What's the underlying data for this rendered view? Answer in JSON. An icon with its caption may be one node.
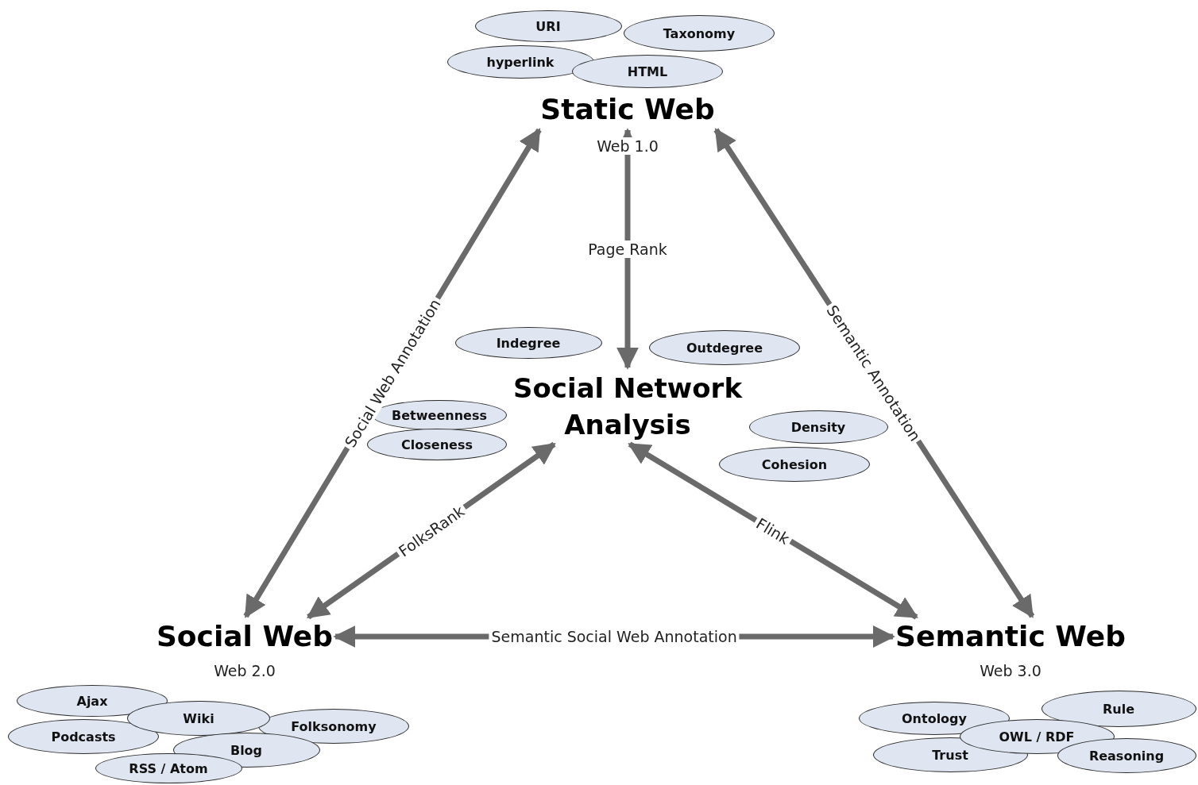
{
  "diagram": {
    "nodes": [
      {
        "text": [
          "URI"
        ]
      },
      {
        "text": [
          "Taxonomy"
        ]
      },
      {
        "text": [
          "hyperlink"
        ]
      },
      {
        "text": [
          "HTML"
        ]
      },
      {
        "text": [
          "Static Web"
        ],
        "beside": [
          "Web 1.0"
        ]
      },
      {
        "text": [
          "Indegree"
        ]
      },
      {
        "text": [
          "Outdegree"
        ]
      },
      {
        "text": [
          "Social Network Analysis"
        ]
      },
      {
        "text": [
          "Betweenness"
        ]
      },
      {
        "text": [
          "Closeness"
        ]
      },
      {
        "text": [
          "Density"
        ]
      },
      {
        "text": [
          "Cohesion"
        ]
      },
      {
        "text": [
          "Social Web"
        ],
        "beside": [
          "Web 2.0"
        ]
      },
      {
        "text": [
          "Semantic Web"
        ],
        "beside": [
          "Web 3.0"
        ]
      },
      {
        "text": [
          "Ajax"
        ]
      },
      {
        "text": [
          "Wiki"
        ]
      },
      {
        "text": [
          "Folksonomy"
        ]
      },
      {
        "text": [
          "Podcasts"
        ]
      },
      {
        "text": [
          "Blog"
        ]
      },
      {
        "text": [
          "RSS / Atom"
        ]
      },
      {
        "text": [
          "Ontology"
        ]
      },
      {
        "text": [
          "Rule"
        ]
      },
      {
        "text": [
          "OWL / RDF"
        ]
      },
      {
        "text": [
          "Trust"
        ]
      },
      {
        "text": [
          "Reasoning"
        ]
      }
    ],
    "edges": [
      {
        "from": 4,
        "to": 12,
        "arrow": "both",
        "label": "Social Web Annotation"
      },
      {
        "from": 4,
        "to": 13,
        "arrow": "both",
        "label": "Semantic Annotation"
      },
      {
        "from": 4,
        "to": 7,
        "arrow": "both",
        "label": "Page Rank"
      },
      {
        "from": 7,
        "to": 12,
        "arrow": "both",
        "label": "FolksRank"
      },
      {
        "from": 7,
        "to": 13,
        "arrow": "both",
        "label": "Flink"
      },
      {
        "from": 12,
        "to": 13,
        "arrow": "both",
        "label": "Semantic Social Web Annotation"
      }
    ]
  }
}
